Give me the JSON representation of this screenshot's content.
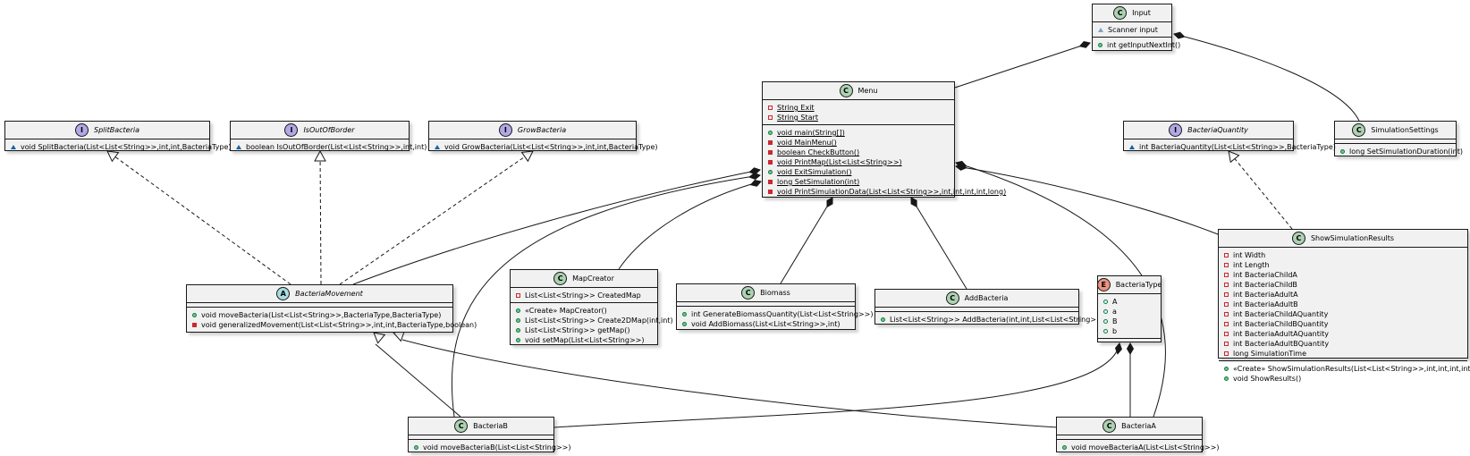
{
  "colors": {
    "class_fill": "#f1f1f1",
    "border": "#181818",
    "stereo_class": "#add1b2",
    "stereo_interface": "#b4a7e5",
    "stereo_abstract": "#a9dcdf",
    "stereo_enum": "#eb937f"
  },
  "classes": {
    "input": {
      "stereo": "C",
      "name": "Input",
      "sections": [
        [
          {
            "vis": "pkgh",
            "text": "Scanner input"
          }
        ],
        [
          {
            "vis": "pub",
            "text": "int getInputNextInt()"
          }
        ]
      ]
    },
    "menu": {
      "stereo": "C",
      "name": "Menu",
      "sections": [
        [
          {
            "vis": "privh",
            "text": "String Exit",
            "static": true
          },
          {
            "vis": "privh",
            "text": "String Start",
            "static": true
          }
        ],
        [
          {
            "vis": "pub",
            "text": "void main(String[])",
            "static": true
          },
          {
            "vis": "priv",
            "text": "void MainMenu()",
            "static": true
          },
          {
            "vis": "priv",
            "text": "boolean CheckButton()",
            "static": true
          },
          {
            "vis": "priv",
            "text": "void PrintMap(List<List<String>>)",
            "static": true
          },
          {
            "vis": "pub",
            "text": "void ExitSimulation()",
            "static": true
          },
          {
            "vis": "priv",
            "text": "long SetSimulation(int)",
            "static": true
          },
          {
            "vis": "priv",
            "text": "void PrintSimulationData(List<List<String>>,int,int,int,int,long)",
            "static": true
          }
        ]
      ]
    },
    "simulation_settings": {
      "stereo": "C",
      "name": "SimulationSettings",
      "sections": [
        [],
        [
          {
            "vis": "pub",
            "text": "long SetSimulationDuration(int)"
          }
        ]
      ]
    },
    "bacteria_quantity": {
      "stereo": "I",
      "name": "BacteriaQuantity",
      "italic": true,
      "sections": [
        [
          {
            "vis": "pkg",
            "text": "int BacteriaQuantity(List<List<String>>,BacteriaType)"
          }
        ]
      ]
    },
    "split_bacteria": {
      "stereo": "I",
      "name": "SplitBacteria",
      "italic": true,
      "sections": [
        [
          {
            "vis": "pkg",
            "text": "void SplitBacteria(List<List<String>>,int,int,BacteriaType)"
          }
        ]
      ]
    },
    "is_out_of_border": {
      "stereo": "I",
      "name": "IsOutOfBorder",
      "italic": true,
      "sections": [
        [
          {
            "vis": "pkg",
            "text": "boolean IsOutOfBorder(List<List<String>>,int,int)"
          }
        ]
      ]
    },
    "grow_bacteria": {
      "stereo": "I",
      "name": "GrowBacteria",
      "italic": true,
      "sections": [
        [
          {
            "vis": "pkg",
            "text": "void GrowBacteria(List<List<String>>,int,int,BacteriaType)"
          }
        ]
      ]
    },
    "bacteria_movement": {
      "stereo": "A",
      "name": "BacteriaMovement",
      "italic": true,
      "sections": [
        [],
        [
          {
            "vis": "pub",
            "text": "void moveBacteria(List<List<String>>,BacteriaType,BacteriaType)"
          },
          {
            "vis": "priv",
            "text": "void generalizedMovement(List<List<String>>,int,int,BacteriaType,boolean)"
          }
        ]
      ]
    },
    "map_creator": {
      "stereo": "C",
      "name": "MapCreator",
      "sections": [
        [
          {
            "vis": "privh",
            "text": "List<List<String>> CreatedMap"
          }
        ],
        [
          {
            "vis": "pub",
            "text": "«Create» MapCreator()"
          },
          {
            "vis": "pub",
            "text": "List<List<String>> Create2DMap(int,int)"
          },
          {
            "vis": "pub",
            "text": "List<List<String>> getMap()"
          },
          {
            "vis": "pub",
            "text": "void setMap(List<List<String>>)"
          }
        ]
      ]
    },
    "biomass": {
      "stereo": "C",
      "name": "Biomass",
      "sections": [
        [],
        [
          {
            "vis": "pub",
            "text": "int GenerateBiomassQuantity(List<List<String>>)"
          },
          {
            "vis": "pub",
            "text": "void AddBiomass(List<List<String>>,int)"
          }
        ]
      ]
    },
    "add_bacteria": {
      "stereo": "C",
      "name": "AddBacteria",
      "sections": [
        [],
        [
          {
            "vis": "pub",
            "text": "List<List<String>> AddBacteria(int,int,List<List<String>>)"
          }
        ]
      ]
    },
    "bacteria_type": {
      "stereo": "E",
      "name": "BacteriaType",
      "sections": [
        [
          {
            "vis": "fld",
            "text": "A"
          },
          {
            "vis": "fld",
            "text": "a"
          },
          {
            "vis": "fld",
            "text": "B"
          },
          {
            "vis": "fld",
            "text": "b"
          }
        ],
        []
      ]
    },
    "show_simulation_results": {
      "stereo": "C",
      "name": "ShowSimulationResults",
      "sections": [
        [
          {
            "vis": "privh",
            "text": "int Width"
          },
          {
            "vis": "privh",
            "text": "int Length"
          },
          {
            "vis": "privh",
            "text": "int BacteriaChildA"
          },
          {
            "vis": "privh",
            "text": "int BacteriaChildB"
          },
          {
            "vis": "privh",
            "text": "int BacteriaAdultA"
          },
          {
            "vis": "privh",
            "text": "int BacteriaAdultB"
          },
          {
            "vis": "privh",
            "text": "int BacteriaChildAQuantity"
          },
          {
            "vis": "privh",
            "text": "int BacteriaChildBQuantity"
          },
          {
            "vis": "privh",
            "text": "int BacteriaAdultAQuantity"
          },
          {
            "vis": "privh",
            "text": "int BacteriaAdultBQuantity"
          },
          {
            "vis": "privh",
            "text": "long SimulationTime"
          }
        ],
        [
          {
            "vis": "pub",
            "text": "«Create» ShowSimulationResults(List<List<String>>,int,int,int,int,long)"
          },
          {
            "vis": "pub",
            "text": "void ShowResults()"
          }
        ]
      ]
    },
    "bacteria_b": {
      "stereo": "C",
      "name": "BacteriaB",
      "sections": [
        [],
        [
          {
            "vis": "pub",
            "text": "void moveBacteriaB(List<List<String>>)"
          }
        ]
      ]
    },
    "bacteria_a": {
      "stereo": "C",
      "name": "BacteriaA",
      "sections": [
        [],
        [
          {
            "vis": "pub",
            "text": "void moveBacteriaA(List<List<String>>)"
          }
        ]
      ]
    }
  },
  "relations": [
    {
      "from": "menu",
      "to": "input",
      "kind": "composition"
    },
    {
      "from": "simulation_settings",
      "to": "input",
      "kind": "composition"
    },
    {
      "from": "bacteria_movement",
      "to": "split_bacteria",
      "kind": "realization"
    },
    {
      "from": "bacteria_movement",
      "to": "is_out_of_border",
      "kind": "realization"
    },
    {
      "from": "bacteria_movement",
      "to": "grow_bacteria",
      "kind": "realization"
    },
    {
      "from": "show_simulation_results",
      "to": "bacteria_quantity",
      "kind": "realization"
    },
    {
      "from": "bacteria_movement",
      "to": "menu",
      "kind": "composition"
    },
    {
      "from": "bacteria_b",
      "to": "menu",
      "kind": "composition"
    },
    {
      "from": "map_creator",
      "to": "menu",
      "kind": "composition"
    },
    {
      "from": "biomass",
      "to": "menu",
      "kind": "composition"
    },
    {
      "from": "add_bacteria",
      "to": "menu",
      "kind": "composition"
    },
    {
      "from": "show_simulation_results",
      "to": "menu",
      "kind": "composition"
    },
    {
      "from": "bacteria_a",
      "to": "menu",
      "kind": "composition"
    },
    {
      "from": "bacteria_b",
      "to": "bacteria_movement",
      "kind": "inheritance"
    },
    {
      "from": "bacteria_a",
      "to": "bacteria_movement",
      "kind": "inheritance"
    },
    {
      "from": "bacteria_b",
      "to": "bacteria_type",
      "kind": "composition"
    },
    {
      "from": "bacteria_a",
      "to": "bacteria_type",
      "kind": "composition"
    }
  ]
}
